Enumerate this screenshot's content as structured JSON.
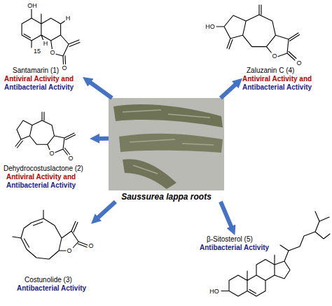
{
  "diagram": {
    "nodes": [
      {
        "text": [
          "Santamarin (1)",
          "Antiviral Activity and",
          "Antibacterial Activity"
        ]
      },
      {
        "text": [
          "Zaluzanin C (4)",
          "Antiviral Activity and",
          "Antibacterial Activity"
        ]
      },
      {
        "text": [
          "Dehydrocostuslactone (2)",
          "Antiviral Activity and",
          "Antibacterial Activity"
        ]
      },
      {
        "text": [
          "Saussurea lappa roots"
        ]
      },
      {
        "text": [
          "Costunolide (3)",
          "Antibacterial Activity"
        ]
      },
      {
        "text": [
          "β-Sitosterol (5)",
          "Antibacterial Activity"
        ]
      }
    ],
    "edges": [
      {
        "from": 3,
        "to": 0,
        "arrow": "to"
      },
      {
        "from": 3,
        "to": 1,
        "arrow": "to"
      },
      {
        "from": 3,
        "to": 2,
        "arrow": "to"
      },
      {
        "from": 3,
        "to": 4,
        "arrow": "to"
      },
      {
        "from": 3,
        "to": 5,
        "arrow": "to"
      }
    ],
    "labels": [
      "OH",
      "H",
      "H",
      "15",
      "O",
      "O",
      "HO",
      "O",
      "O",
      "O",
      "O",
      "O",
      "O",
      "HO"
    ]
  }
}
